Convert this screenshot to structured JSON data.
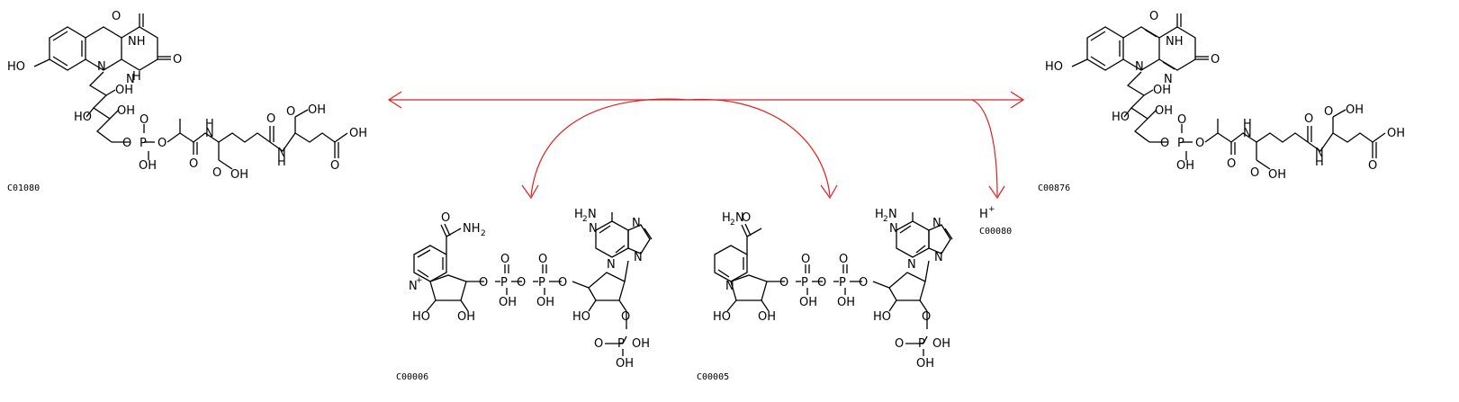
{
  "reaction": {
    "compounds": {
      "left_substrate": {
        "id": "C01080"
      },
      "right_product": {
        "id": "C00876"
      },
      "nadp": {
        "id": "C00006"
      },
      "nadph": {
        "id": "C00005"
      },
      "proton": {
        "id": "C00080",
        "symbol": "H",
        "charge": "+"
      }
    },
    "colors": {
      "arrow": "#e02020",
      "structure": "#000000"
    }
  }
}
